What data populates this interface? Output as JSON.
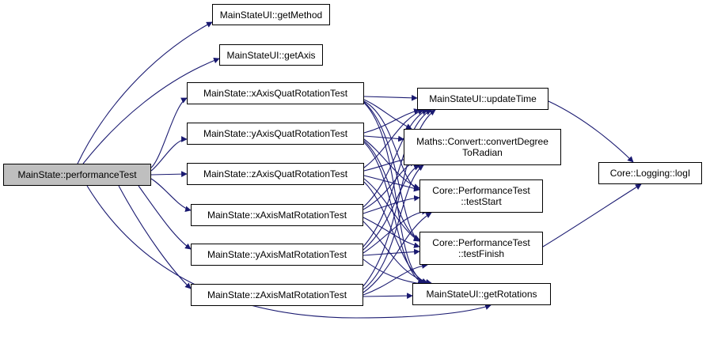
{
  "colors": {
    "edge": "#191970",
    "root_fill": "#bfbfbf",
    "node_fill": "#ffffff",
    "border": "#000000"
  },
  "nodes": {
    "root": {
      "label": "MainState::performanceTest"
    },
    "getMethod": {
      "label": "MainStateUI::getMethod"
    },
    "getAxis": {
      "label": "MainStateUI::getAxis"
    },
    "xQuat": {
      "label": "MainState::xAxisQuatRotationTest"
    },
    "yQuat": {
      "label": "MainState::yAxisQuatRotationTest"
    },
    "zQuat": {
      "label": "MainState::zAxisQuatRotationTest"
    },
    "xMat": {
      "label": "MainState::xAxisMatRotationTest"
    },
    "yMat": {
      "label": "MainState::yAxisMatRotationTest"
    },
    "zMat": {
      "label": "MainState::zAxisMatRotationTest"
    },
    "updateTime": {
      "label": "MainStateUI::updateTime"
    },
    "convert": {
      "label": "Maths::Convert::convertDegree",
      "label2": "ToRadian"
    },
    "testStart": {
      "label": "Core::PerformanceTest",
      "label2": "::testStart"
    },
    "testFinish": {
      "label": "Core::PerformanceTest",
      "label2": "::testFinish"
    },
    "getRotations": {
      "label": "MainStateUI::getRotations"
    },
    "logI": {
      "label": "Core::Logging::logI"
    }
  }
}
